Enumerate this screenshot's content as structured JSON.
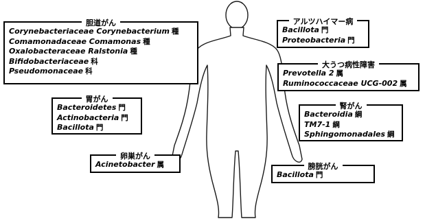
{
  "boxes": {
    "biliary": {
      "title": "胆道がん",
      "items": [
        {
          "taxon": "Corynebacteriaceae Corynebacterium",
          "rank": "種"
        },
        {
          "taxon": "Comamonadaceae Comamonas",
          "rank": "種"
        },
        {
          "taxon": "Oxalobacteraceae Ralstonia",
          "rank": "種"
        },
        {
          "taxon": "Bifidobacteriaceae",
          "rank": "科"
        },
        {
          "taxon": "Pseudomonaceae",
          "rank": "科"
        }
      ]
    },
    "stomach": {
      "title": "胃がん",
      "items": [
        {
          "taxon": "Bacteroidetes",
          "rank": "門"
        },
        {
          "taxon": "Actinobacteria",
          "rank": "門"
        },
        {
          "taxon": "Bacillota",
          "rank": "門"
        }
      ]
    },
    "ovarian": {
      "title": "卵巣がん",
      "items": [
        {
          "taxon": "Acinetobacter",
          "rank": "属"
        }
      ]
    },
    "alzheimer": {
      "title": "アルツハイマー病",
      "items": [
        {
          "taxon": "Bacillota",
          "rank": "門"
        },
        {
          "taxon": "Proteobacteria",
          "rank": "門"
        }
      ]
    },
    "depression": {
      "title": "大うつ病性障害",
      "items": [
        {
          "taxon": "Prevotella 2",
          "rank": "属"
        },
        {
          "taxon": "Ruminococcaceae UCG-002",
          "rank": "属"
        }
      ]
    },
    "kidney": {
      "title": "腎がん",
      "items": [
        {
          "taxon": "Bacteroidia",
          "rank": "綱"
        },
        {
          "taxon": "TM7-1",
          "rank": "綱"
        },
        {
          "taxon": "Sphingomonadales",
          "rank": "綱"
        }
      ]
    },
    "bladder": {
      "title": "膀胱がん",
      "items": [
        {
          "taxon": "Bacillota",
          "rank": "門"
        }
      ]
    }
  },
  "colors": {
    "silhouette_stroke": "#1a1a1a",
    "box_border": "#000000"
  }
}
